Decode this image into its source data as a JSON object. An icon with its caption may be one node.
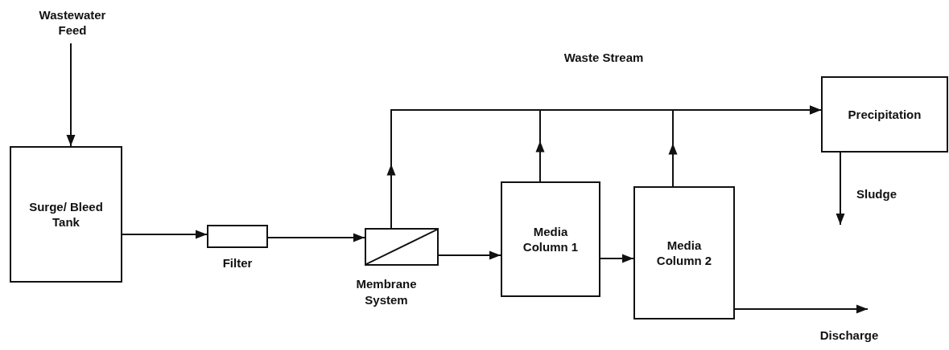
{
  "diagram": {
    "nodes": [
      {
        "text": [
          "Wastewater Feed"
        ]
      },
      {
        "text": [
          "Surge/ Bleed Tank"
        ]
      },
      {
        "text": [],
        "shape": "box",
        "beside": [
          "Filter"
        ]
      },
      {
        "text": [],
        "shape": "box",
        "beside": [
          "Membrane System"
        ]
      },
      {
        "text": [
          "Media Column 1"
        ]
      },
      {
        "text": [
          "Media Column 2"
        ]
      },
      {
        "text": [
          "Precipitation"
        ]
      }
    ],
    "edges": [
      {
        "from": 0,
        "to": 1,
        "arrow": "to"
      },
      {
        "from": 1,
        "to": 2,
        "arrow": "to"
      },
      {
        "from": 2,
        "to": 3,
        "arrow": "to"
      },
      {
        "from": 3,
        "to": 4,
        "arrow": "to"
      },
      {
        "from": 4,
        "to": 5,
        "arrow": "to"
      },
      {
        "from": 3,
        "to": 6,
        "arrow": "to"
      },
      {
        "from": 4,
        "to": 6,
        "arrow": "to"
      },
      {
        "from": 5,
        "to": 6,
        "arrow": "to"
      },
      {
        "from": 5,
        "to": null,
        "arrow": "to",
        "label": "Discharge"
      },
      {
        "from": 6,
        "to": null,
        "arrow": "to",
        "label": "Sludge"
      }
    ],
    "labels": [
      "Waste Stream"
    ]
  }
}
